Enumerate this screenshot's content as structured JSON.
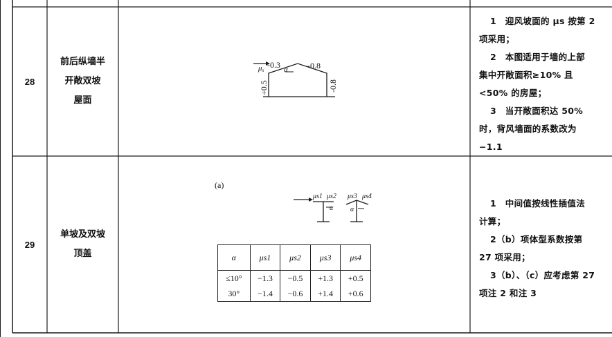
{
  "rows": [
    {
      "number": "28",
      "name_lines": [
        "前后纵墙半",
        "开敞双坡",
        "屋面"
      ],
      "figure": {
        "mu_label": "μ",
        "mu_sub": "s",
        "windward_roof": "-0.3",
        "leeward_roof": "-0.8",
        "angle": "α",
        "windward_wall": "+0.5",
        "leeward_wall": "-0.8"
      },
      "notes": [
        "1　迎风坡面的 μs 按第 2",
        "项采用；",
        "2　本图适用于墙的上部",
        "集中开敞面积≥10% 且",
        "<50% 的房屋；",
        "3　当开敞面积达 50%",
        "时，背风墙面的系数改为",
        "−1.1"
      ]
    },
    {
      "number": "29",
      "name_lines": [
        "单坡及双坡",
        "顶盖"
      ],
      "figure": {
        "label": "(a)",
        "mu1": "μs1",
        "mu2": "μs2",
        "mu3": "μs3",
        "mu4": "μs4",
        "angle": "α"
      },
      "coef_table": {
        "headers": [
          "α",
          "μs1",
          "μs2",
          "μs3",
          "μs4"
        ],
        "rows": [
          [
            "≤10°",
            "−1.3",
            "−0.5",
            "+1.3",
            "+0.5"
          ],
          [
            "30°",
            "−1.4",
            "−0.6",
            "+1.4",
            "+0.6"
          ]
        ]
      },
      "notes": [
        "1　中间值按线性插值法",
        "计算；",
        "2（b）项体型系数按第",
        "27 项采用；",
        "3（b）、（c）应考虑第 27",
        "项注 2 和注 3"
      ]
    }
  ],
  "colors": {
    "line": "#1a1a1a",
    "background": "#ffffff"
  }
}
